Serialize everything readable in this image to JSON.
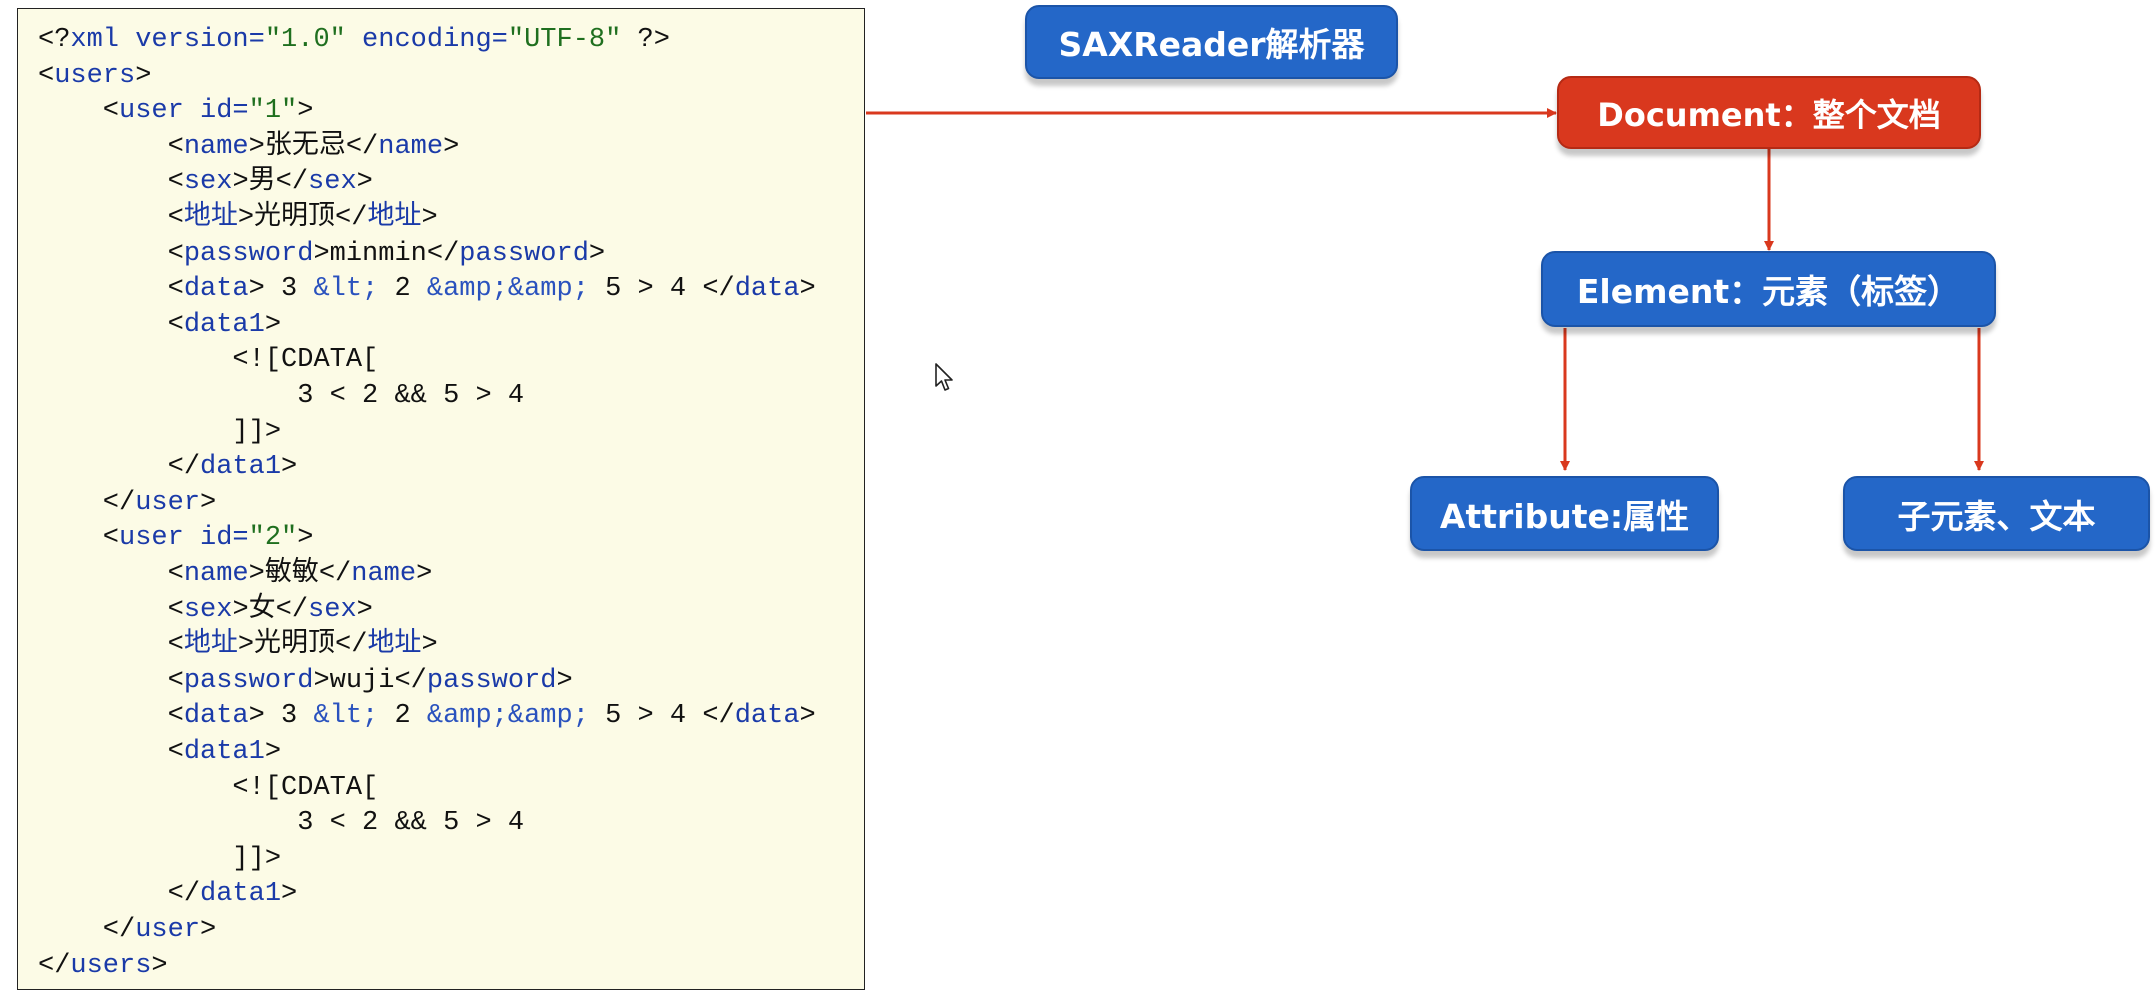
{
  "colors": {
    "code_bg": "#fcfbe6",
    "node_blue": "#2467c8",
    "node_red": "#d9381e",
    "arrow": "#d9381e",
    "tag": "#1a3aa8",
    "attr_value": "#1f6f1f",
    "entity": "#2a52be"
  },
  "code_lines": [
    [
      {
        "t": "<?",
        "k": "p"
      },
      {
        "t": "xml",
        "k": "t"
      },
      {
        "t": " version=",
        "k": "a"
      },
      {
        "t": "\"1.0\"",
        "k": "v"
      },
      {
        "t": " encoding=",
        "k": "a"
      },
      {
        "t": "\"UTF-8\"",
        "k": "v"
      },
      {
        "t": " ?>",
        "k": "p"
      }
    ],
    [
      {
        "t": "<",
        "k": "p"
      },
      {
        "t": "users",
        "k": "t"
      },
      {
        "t": ">",
        "k": "p"
      }
    ],
    [
      {
        "t": "    <",
        "k": "p"
      },
      {
        "t": "user",
        "k": "t"
      },
      {
        "t": " id=",
        "k": "a"
      },
      {
        "t": "\"1\"",
        "k": "v"
      },
      {
        "t": ">",
        "k": "p"
      }
    ],
    [
      {
        "t": "        <",
        "k": "p"
      },
      {
        "t": "name",
        "k": "t"
      },
      {
        "t": ">",
        "k": "p"
      },
      {
        "t": "张无忌",
        "k": "x"
      },
      {
        "t": "</",
        "k": "p"
      },
      {
        "t": "name",
        "k": "t"
      },
      {
        "t": ">",
        "k": "p"
      }
    ],
    [
      {
        "t": "        <",
        "k": "p"
      },
      {
        "t": "sex",
        "k": "t"
      },
      {
        "t": ">",
        "k": "p"
      },
      {
        "t": "男",
        "k": "x"
      },
      {
        "t": "</",
        "k": "p"
      },
      {
        "t": "sex",
        "k": "t"
      },
      {
        "t": ">",
        "k": "p"
      }
    ],
    [
      {
        "t": "        <",
        "k": "p"
      },
      {
        "t": "地址",
        "k": "t"
      },
      {
        "t": ">",
        "k": "p"
      },
      {
        "t": "光明顶",
        "k": "x"
      },
      {
        "t": "</",
        "k": "p"
      },
      {
        "t": "地址",
        "k": "t"
      },
      {
        "t": ">",
        "k": "p"
      }
    ],
    [
      {
        "t": "        <",
        "k": "p"
      },
      {
        "t": "password",
        "k": "t"
      },
      {
        "t": ">",
        "k": "p"
      },
      {
        "t": "minmin",
        "k": "x"
      },
      {
        "t": "</",
        "k": "p"
      },
      {
        "t": "password",
        "k": "t"
      },
      {
        "t": ">",
        "k": "p"
      }
    ],
    [
      {
        "t": "        <",
        "k": "p"
      },
      {
        "t": "data",
        "k": "t"
      },
      {
        "t": "> 3 ",
        "k": "p"
      },
      {
        "t": "&lt;",
        "k": "e"
      },
      {
        "t": " 2 ",
        "k": "x"
      },
      {
        "t": "&amp;&amp;",
        "k": "e"
      },
      {
        "t": " 5 > 4 </",
        "k": "x"
      },
      {
        "t": "data",
        "k": "t"
      },
      {
        "t": ">",
        "k": "p"
      }
    ],
    [
      {
        "t": "        <",
        "k": "p"
      },
      {
        "t": "data1",
        "k": "t"
      },
      {
        "t": ">",
        "k": "p"
      }
    ],
    [
      {
        "t": "            <![CDATA[",
        "k": "x"
      }
    ],
    [
      {
        "t": "                3 < 2 && 5 > 4",
        "k": "x"
      }
    ],
    [
      {
        "t": "            ]]>",
        "k": "x"
      }
    ],
    [
      {
        "t": "        </",
        "k": "p"
      },
      {
        "t": "data1",
        "k": "t"
      },
      {
        "t": ">",
        "k": "p"
      }
    ],
    [
      {
        "t": "    </",
        "k": "p"
      },
      {
        "t": "user",
        "k": "t"
      },
      {
        "t": ">",
        "k": "p"
      }
    ],
    [
      {
        "t": "    <",
        "k": "p"
      },
      {
        "t": "user",
        "k": "t"
      },
      {
        "t": " id=",
        "k": "a"
      },
      {
        "t": "\"2\"",
        "k": "v"
      },
      {
        "t": ">",
        "k": "p"
      }
    ],
    [
      {
        "t": "        <",
        "k": "p"
      },
      {
        "t": "name",
        "k": "t"
      },
      {
        "t": ">",
        "k": "p"
      },
      {
        "t": "敏敏",
        "k": "x"
      },
      {
        "t": "</",
        "k": "p"
      },
      {
        "t": "name",
        "k": "t"
      },
      {
        "t": ">",
        "k": "p"
      }
    ],
    [
      {
        "t": "        <",
        "k": "p"
      },
      {
        "t": "sex",
        "k": "t"
      },
      {
        "t": ">",
        "k": "p"
      },
      {
        "t": "女",
        "k": "x"
      },
      {
        "t": "</",
        "k": "p"
      },
      {
        "t": "sex",
        "k": "t"
      },
      {
        "t": ">",
        "k": "p"
      }
    ],
    [
      {
        "t": "        <",
        "k": "p"
      },
      {
        "t": "地址",
        "k": "t"
      },
      {
        "t": ">",
        "k": "p"
      },
      {
        "t": "光明顶",
        "k": "x"
      },
      {
        "t": "</",
        "k": "p"
      },
      {
        "t": "地址",
        "k": "t"
      },
      {
        "t": ">",
        "k": "p"
      }
    ],
    [
      {
        "t": "        <",
        "k": "p"
      },
      {
        "t": "password",
        "k": "t"
      },
      {
        "t": ">",
        "k": "p"
      },
      {
        "t": "wuji",
        "k": "x"
      },
      {
        "t": "</",
        "k": "p"
      },
      {
        "t": "password",
        "k": "t"
      },
      {
        "t": ">",
        "k": "p"
      }
    ],
    [
      {
        "t": "        <",
        "k": "p"
      },
      {
        "t": "data",
        "k": "t"
      },
      {
        "t": "> 3 ",
        "k": "p"
      },
      {
        "t": "&lt;",
        "k": "e"
      },
      {
        "t": " 2 ",
        "k": "x"
      },
      {
        "t": "&amp;&amp;",
        "k": "e"
      },
      {
        "t": " 5 > 4 </",
        "k": "x"
      },
      {
        "t": "data",
        "k": "t"
      },
      {
        "t": ">",
        "k": "p"
      }
    ],
    [
      {
        "t": "        <",
        "k": "p"
      },
      {
        "t": "data1",
        "k": "t"
      },
      {
        "t": ">",
        "k": "p"
      }
    ],
    [
      {
        "t": "            <![CDATA[",
        "k": "x"
      }
    ],
    [
      {
        "t": "                3 < 2 && 5 > 4",
        "k": "x"
      }
    ],
    [
      {
        "t": "            ]]>",
        "k": "x"
      }
    ],
    [
      {
        "t": "        </",
        "k": "p"
      },
      {
        "t": "data1",
        "k": "t"
      },
      {
        "t": ">",
        "k": "p"
      }
    ],
    [
      {
        "t": "    </",
        "k": "p"
      },
      {
        "t": "user",
        "k": "t"
      },
      {
        "t": ">",
        "k": "p"
      }
    ],
    [
      {
        "t": "</",
        "k": "p"
      },
      {
        "t": "users",
        "k": "t"
      },
      {
        "t": ">",
        "k": "p"
      }
    ]
  ],
  "diagram": {
    "saxreader": "SAXReader解析器",
    "document": "Document：整个文档",
    "element": "Element：元素（标签）",
    "attribute": "Attribute:属性",
    "children": "子元素、文本"
  },
  "cursor_icon": "mouse-pointer-icon"
}
